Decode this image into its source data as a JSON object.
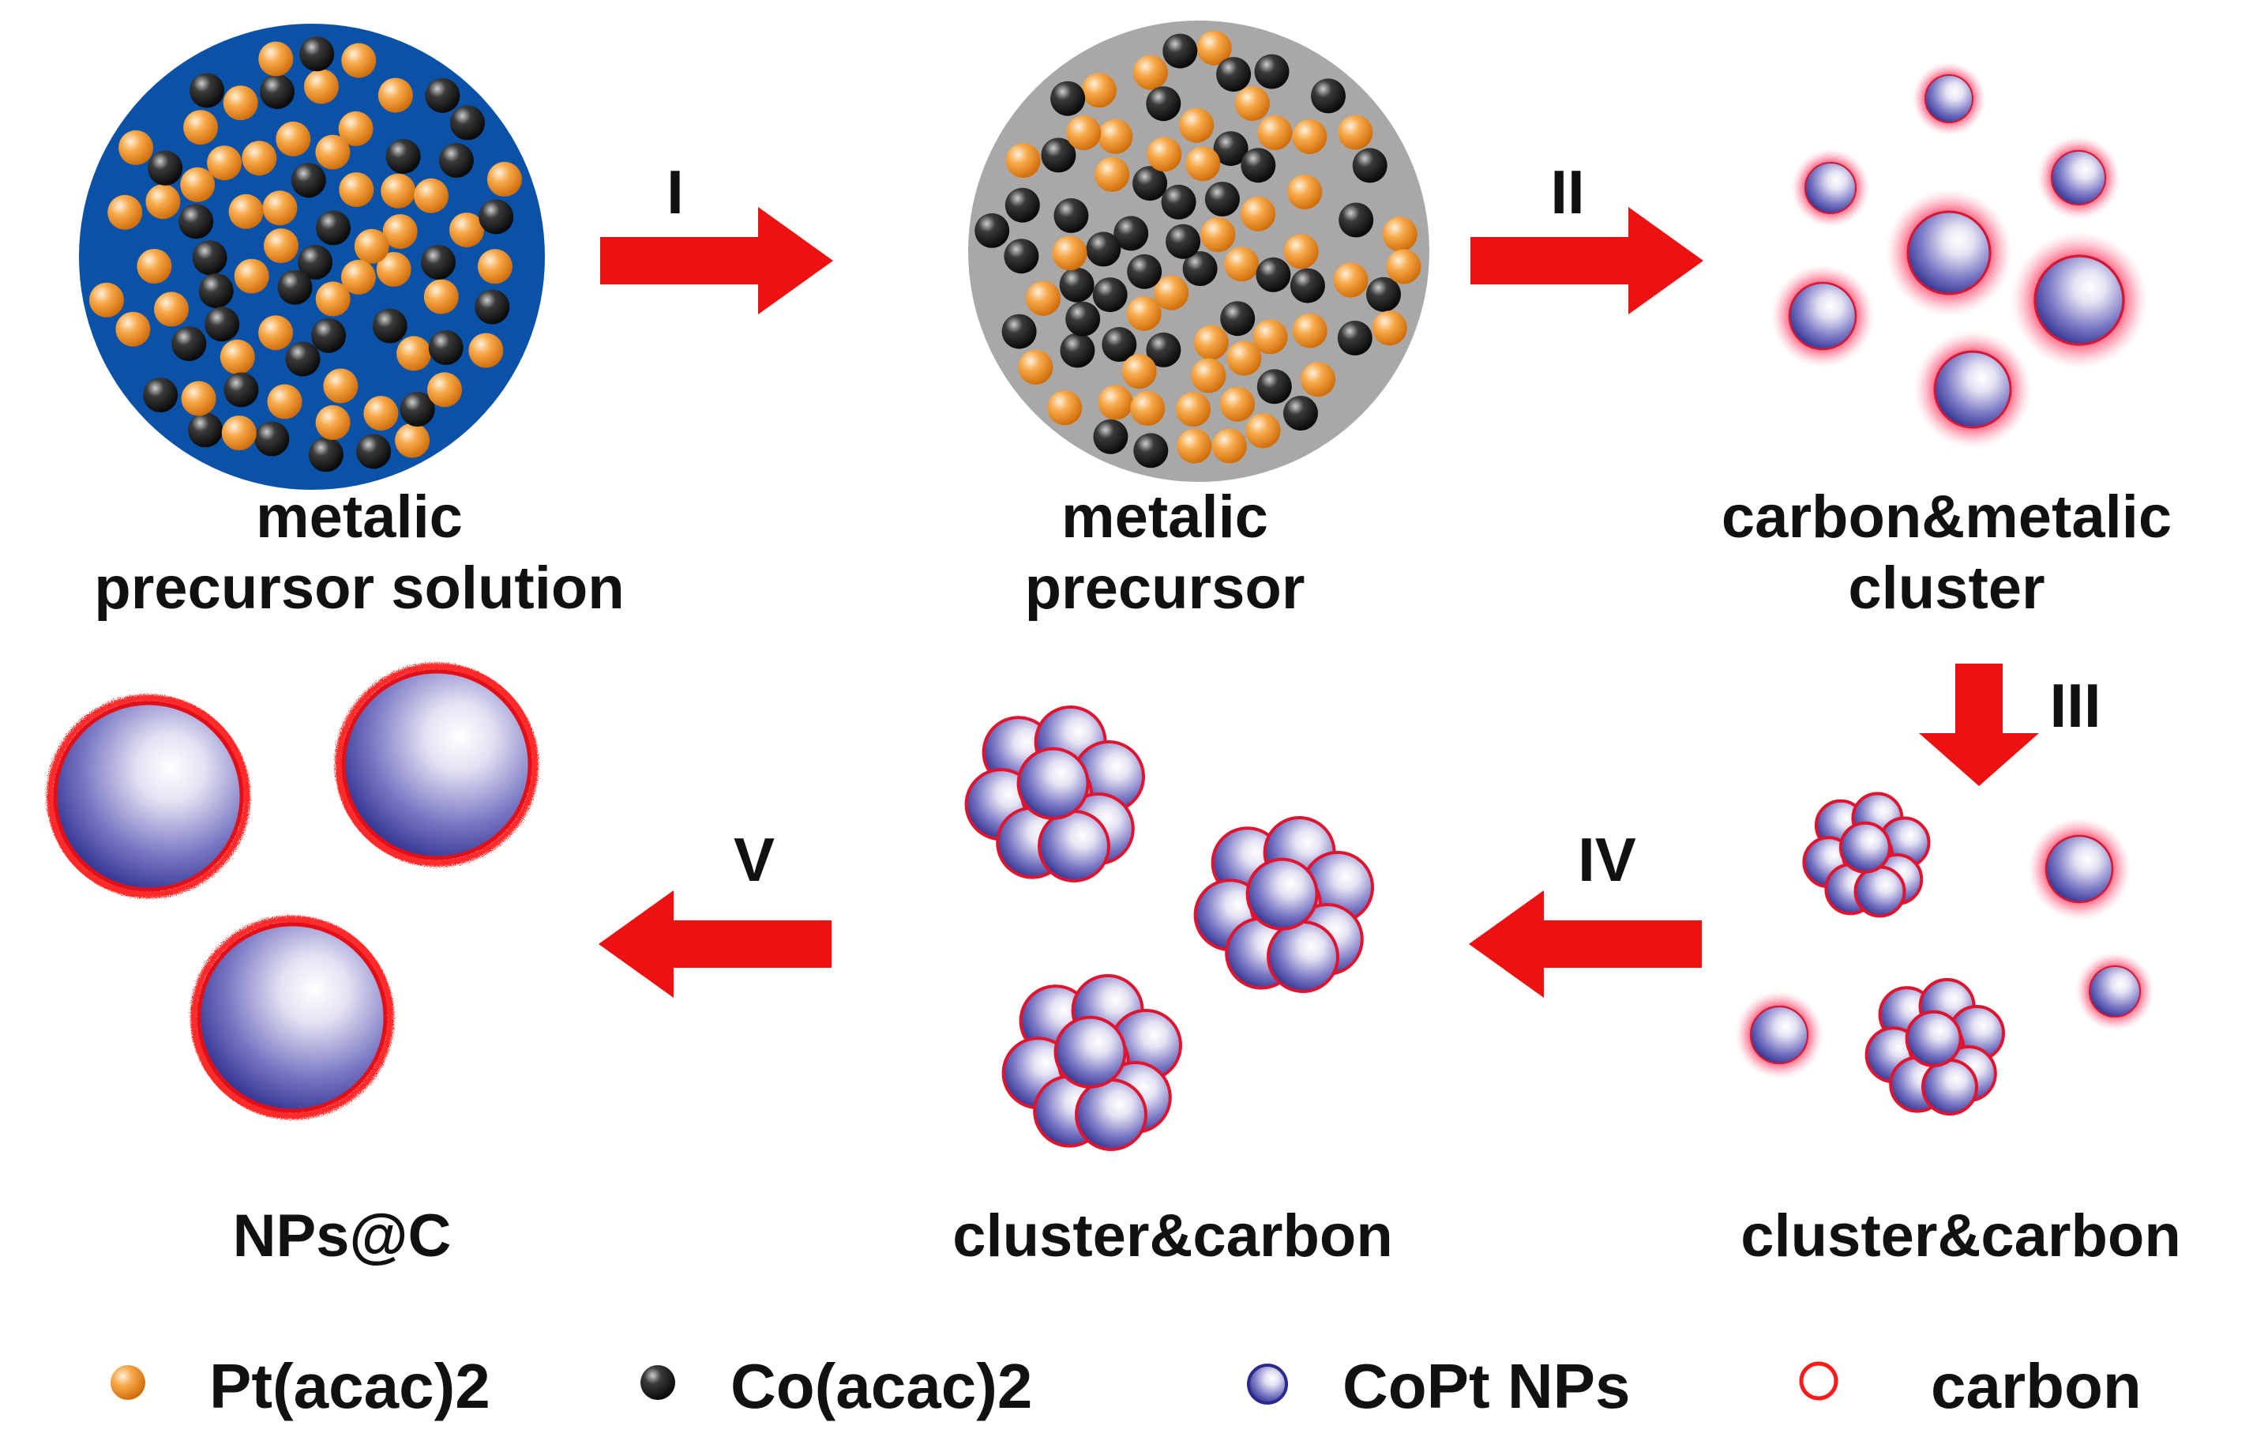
{
  "diagram": {
    "stages": [
      {
        "id": "solution",
        "label_lines": [
          "metalic",
          "precursor solution"
        ]
      },
      {
        "id": "precursor",
        "label_lines": [
          "metalic",
          "precursor"
        ]
      },
      {
        "id": "carbon-metal-cluster",
        "label_lines": [
          "carbon&metalic",
          "cluster"
        ]
      },
      {
        "id": "cluster-carbon-1",
        "label_lines": [
          "cluster&carbon"
        ]
      },
      {
        "id": "cluster-carbon-2",
        "label_lines": [
          "cluster&carbon"
        ]
      },
      {
        "id": "nps-c",
        "label_lines": [
          "NPs@C"
        ]
      }
    ],
    "steps": [
      {
        "id": "step-1",
        "label": "I",
        "direction": "right"
      },
      {
        "id": "step-2",
        "label": "II",
        "direction": "right"
      },
      {
        "id": "step-3",
        "label": "III",
        "direction": "down"
      },
      {
        "id": "step-4",
        "label": "IV",
        "direction": "left"
      },
      {
        "id": "step-5",
        "label": "V",
        "direction": "left"
      }
    ],
    "legend": [
      {
        "id": "pt",
        "label": "Pt(acac)2",
        "icon": "orange-sphere-icon"
      },
      {
        "id": "co",
        "label": "Co(acac)2",
        "icon": "black-sphere-icon"
      },
      {
        "id": "copt",
        "label": "CoPt NPs",
        "icon": "blue-sphere-icon"
      },
      {
        "id": "carbon",
        "label": "carbon",
        "icon": "red-ring-icon"
      }
    ],
    "colors": {
      "solution_fill": "#0a52a8",
      "precursor_fill": "#a9a8a6",
      "arrow": "#ee1111",
      "pt_sphere": "#f39a2e",
      "co_sphere": "#222222",
      "copt_sphere": "#3a3c9a",
      "carbon_ring": "#ff1a1a",
      "text": "#111111"
    }
  }
}
